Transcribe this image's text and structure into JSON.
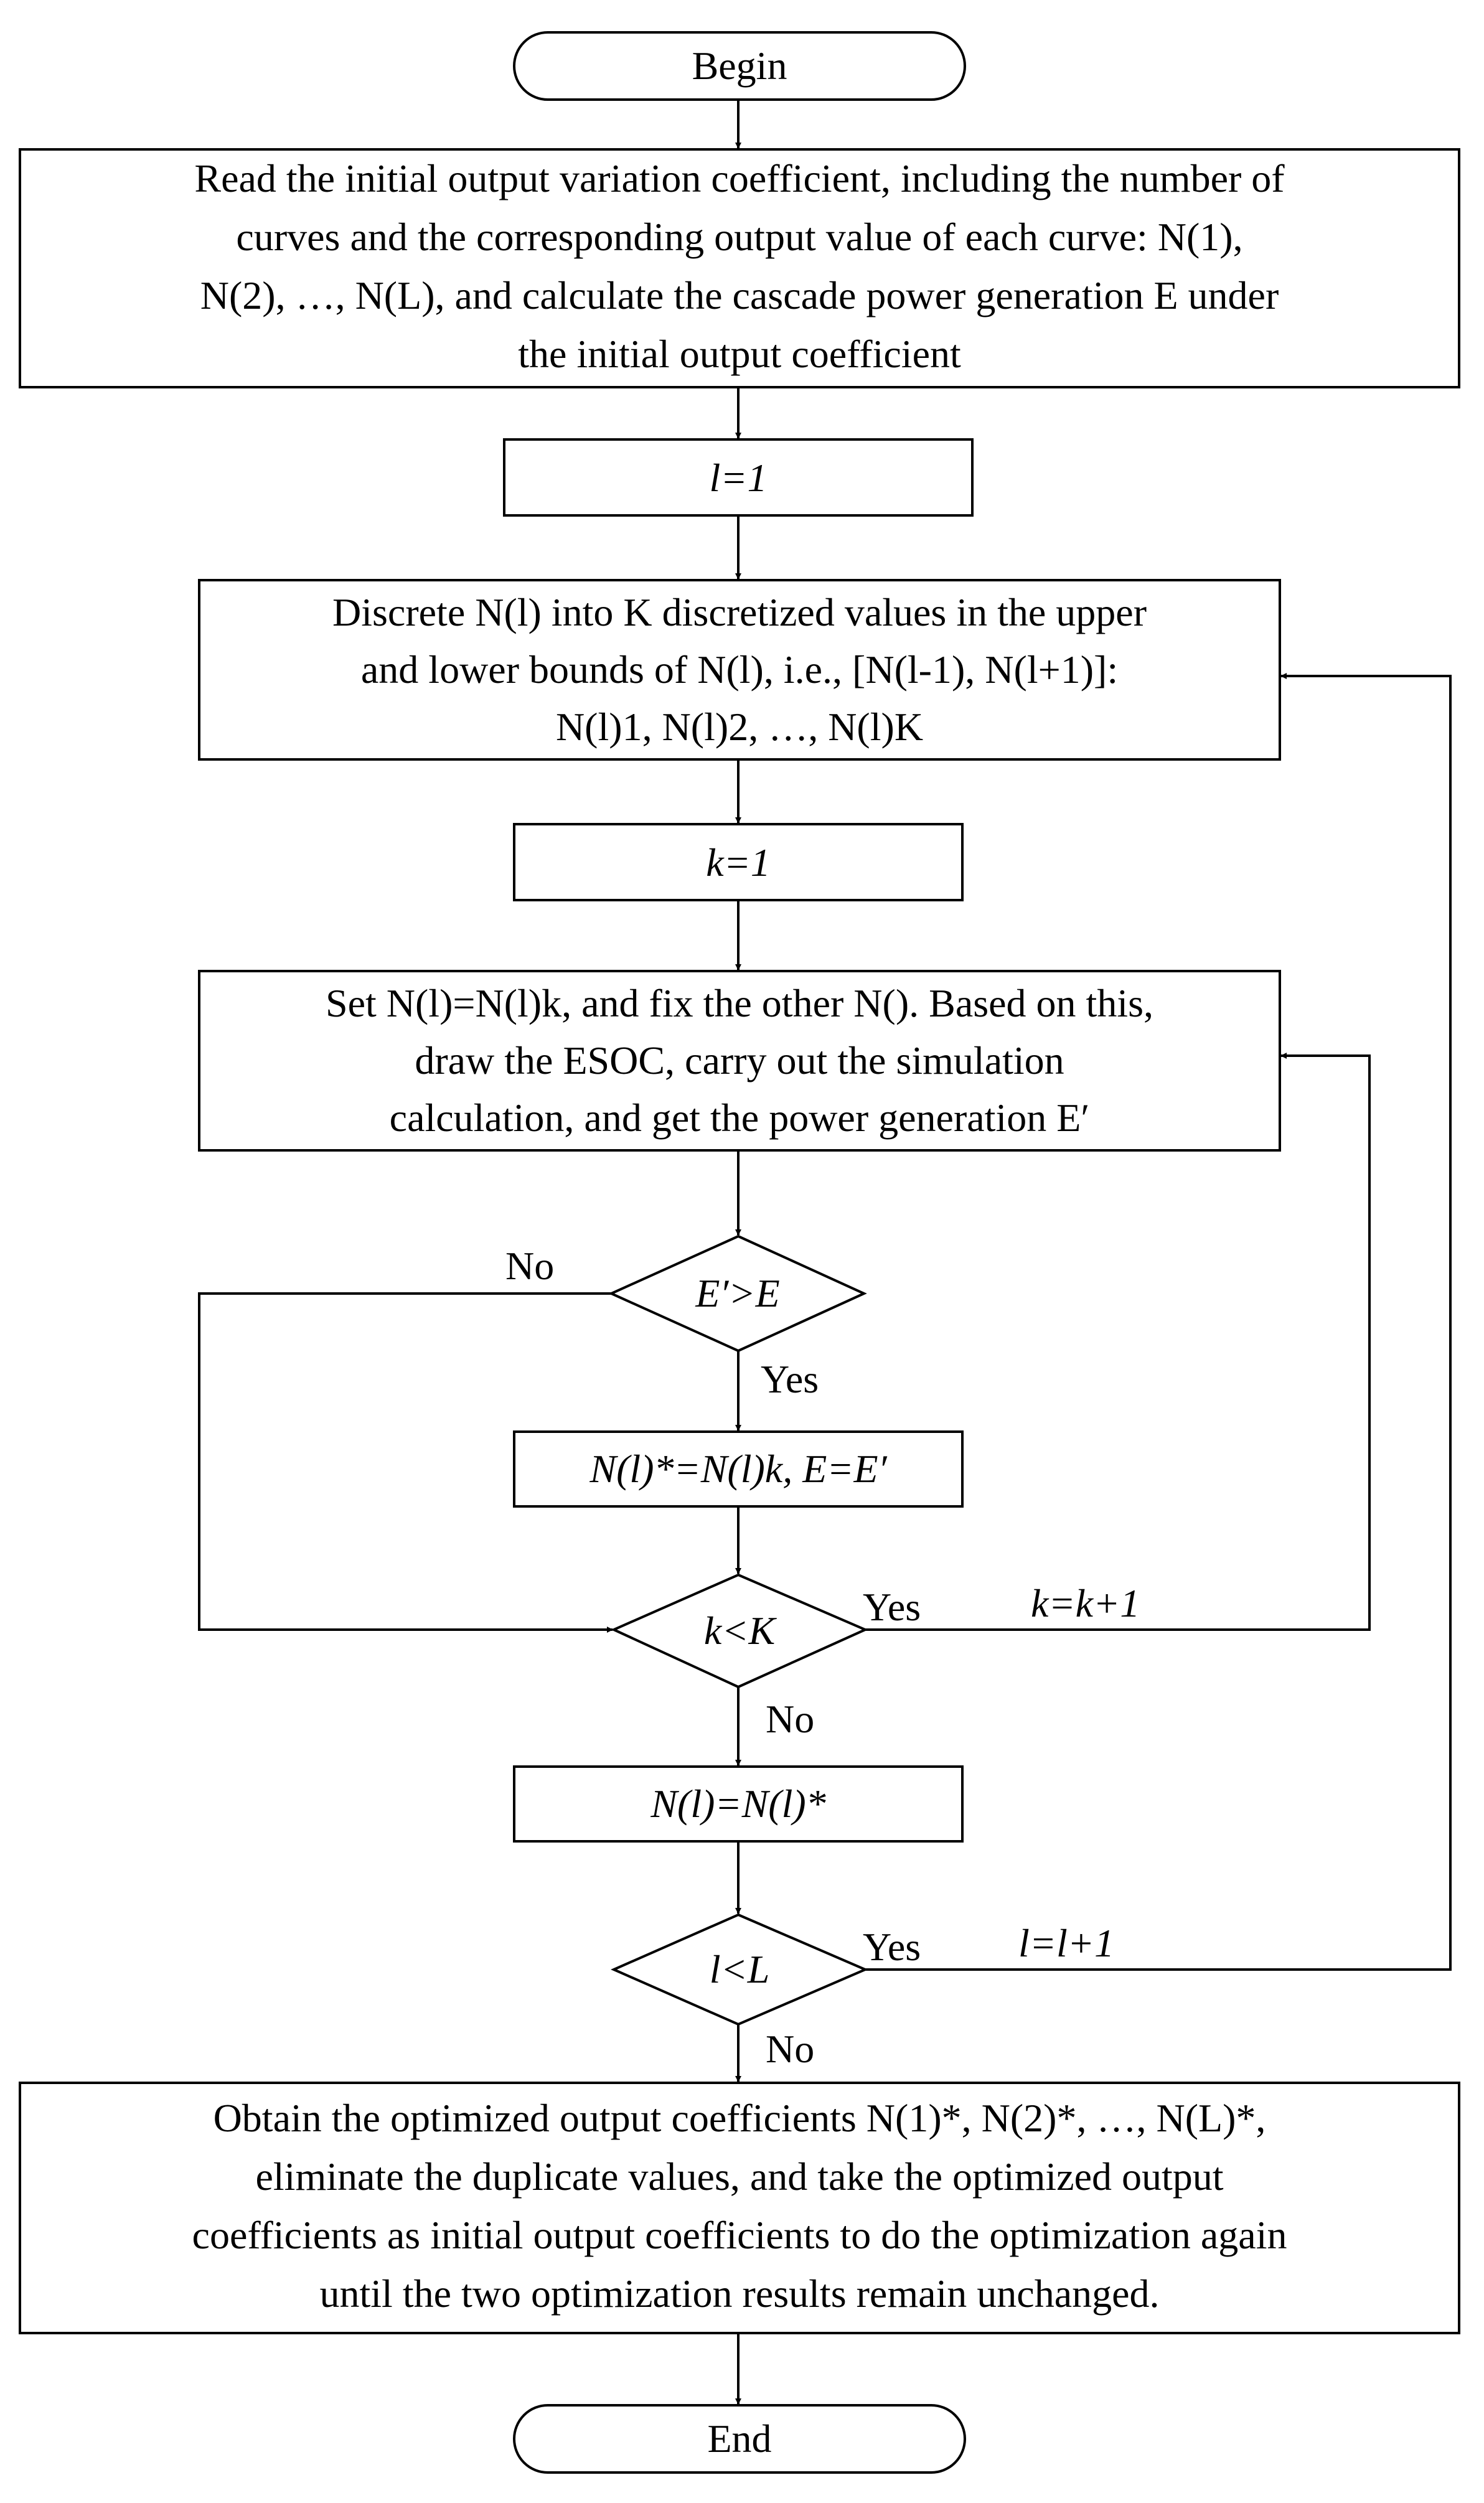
{
  "flowchart": {
    "begin": "Begin",
    "end": "End",
    "read_box": {
      "line1": "Read the initial output variation coefficient, including the number of",
      "line2": "curves and the corresponding output value of each curve: N(1),",
      "line3": "N(2), …, N(L),  and calculate the cascade power generation E under",
      "line4": "the initial output coefficient"
    },
    "init_l": "l=1",
    "discrete_box": {
      "line1": "Discrete N(l)  into K discretized values in the upper",
      "line2": "and lower bounds of N(l), i.e., [N(l-1), N(l+1)]:",
      "line3": "N(l)1, N(l)2, …, N(l)K"
    },
    "init_k": "k=1",
    "set_box": {
      "line1": "Set N(l)=N(l)k, and fix the other N(). Based on this,",
      "line2": "draw the ESOC, carry out the simulation",
      "line3": "calculation, and get the power generation E′"
    },
    "decision_e": "E′>E",
    "update_box": "N(l)*=N(l)k, E=E′",
    "decision_k": "k<K",
    "assign_box": "N(l)=N(l)*",
    "decision_l": "l<L",
    "final_box": {
      "line1": "Obtain the optimized output coefficients N(1)*, N(2)*, …, N(L)*,",
      "line2": "eliminate the duplicate values, and take the optimized output",
      "line3": "coefficients as initial output coefficients to do the optimization again",
      "line4": "until the two optimization results remain unchanged."
    },
    "labels": {
      "no_e": "No",
      "yes_e": "Yes",
      "yes_k": "Yes",
      "no_k": "No",
      "k_increment": "k=k+1",
      "yes_l": "Yes",
      "no_l": "No",
      "l_increment": "l=l+1"
    }
  }
}
